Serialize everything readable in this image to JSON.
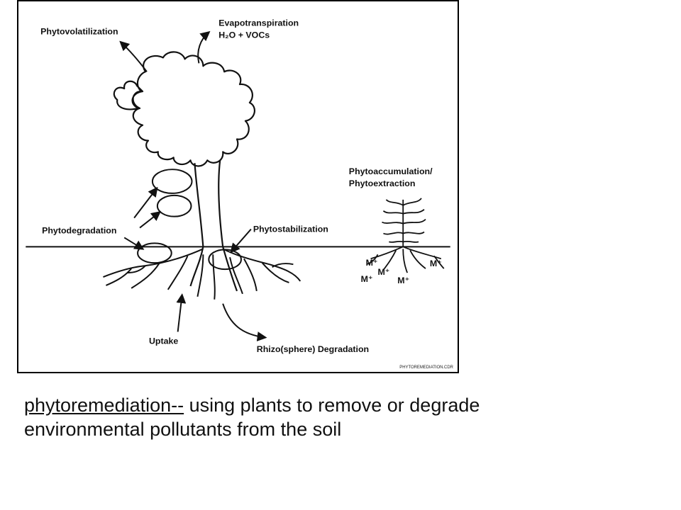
{
  "diagram": {
    "labels": {
      "phytovolatilization": "Phytovolatilization",
      "evapotranspiration": "Evapotranspiration",
      "h2o_vocs": "H₂O + VOCs",
      "phytoaccumulation": "Phytoaccumulation/",
      "phytoextraction": "Phytoextraction",
      "phytodegradation": "Phytodegradation",
      "phytostabilization": "Phytostabilization",
      "uptake": "Uptake",
      "rhizo_degradation": "Rhizo(sphere) Degradation",
      "metal_ion": "M⁺",
      "credit": "PHYTOREMEDIATION.CDR"
    }
  },
  "caption": {
    "term": "phytoremediation--",
    "rest_line1": " using plants to remove or degrade",
    "line2": "environmental pollutants from the soil"
  }
}
